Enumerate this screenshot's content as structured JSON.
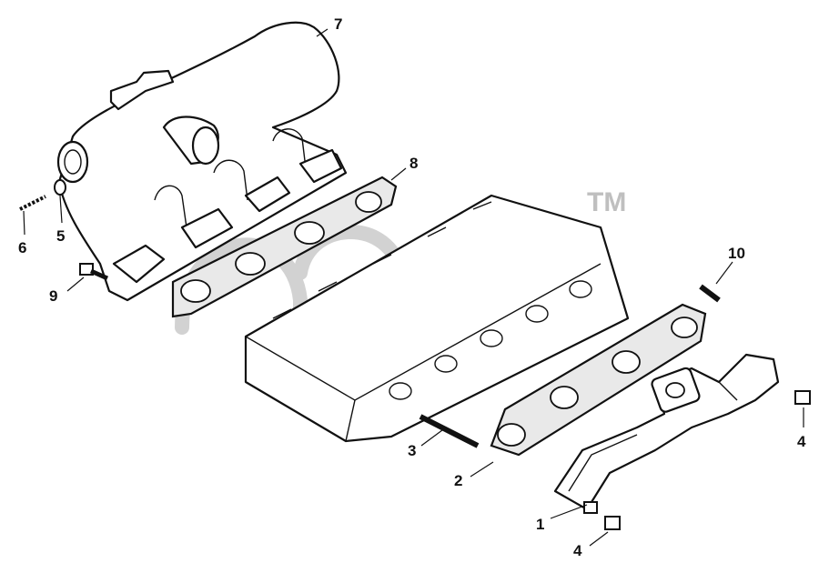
{
  "watermark": {
    "trademark": "TM"
  },
  "callouts": [
    {
      "id": "1",
      "label": "1"
    },
    {
      "id": "2",
      "label": "2"
    },
    {
      "id": "3",
      "label": "3"
    },
    {
      "id": "4a",
      "label": "4"
    },
    {
      "id": "4b",
      "label": "4"
    },
    {
      "id": "5",
      "label": "5"
    },
    {
      "id": "6",
      "label": "6"
    },
    {
      "id": "7",
      "label": "7"
    },
    {
      "id": "8",
      "label": "8"
    },
    {
      "id": "9",
      "label": "9"
    },
    {
      "id": "10",
      "label": "10"
    }
  ]
}
